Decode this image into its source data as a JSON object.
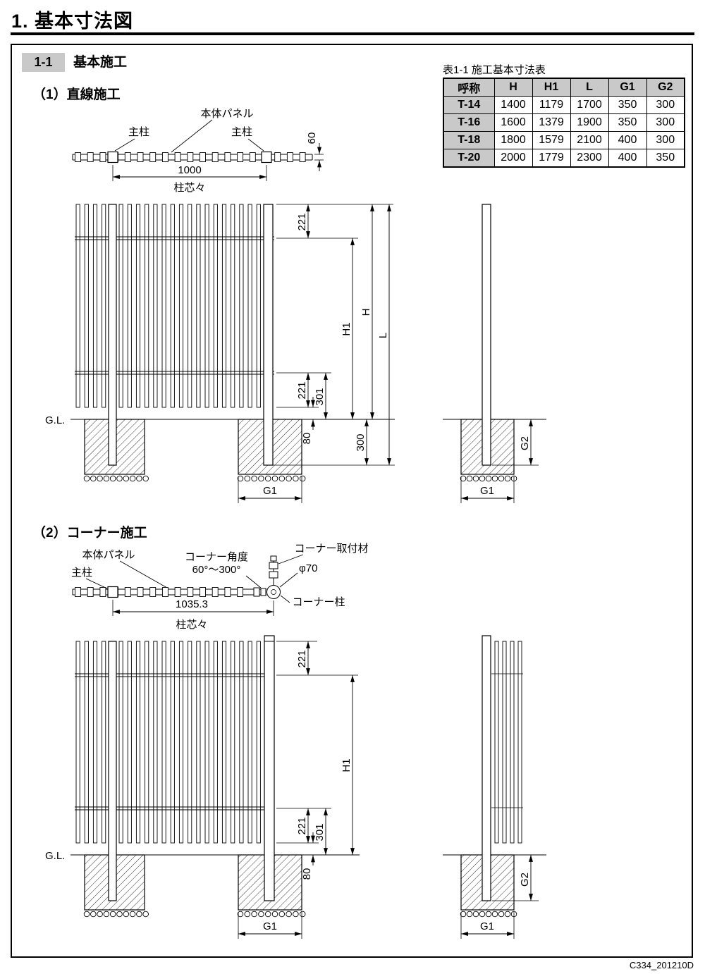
{
  "page": {
    "title": "1. 基本寸法図",
    "doc_code": "C334_201210D"
  },
  "section": {
    "badge": "1-1",
    "label": "基本施工"
  },
  "table": {
    "caption": "表1-1 施工基本寸法表",
    "headers": [
      "呼称",
      "H",
      "H1",
      "L",
      "G1",
      "G2"
    ],
    "rows": [
      [
        "T-14",
        "1400",
        "1179",
        "1700",
        "350",
        "300"
      ],
      [
        "T-16",
        "1600",
        "1379",
        "1900",
        "350",
        "300"
      ],
      [
        "T-18",
        "1800",
        "1579",
        "2100",
        "400",
        "300"
      ],
      [
        "T-20",
        "2000",
        "1779",
        "2300",
        "400",
        "350"
      ]
    ]
  },
  "straight": {
    "heading": "（1）直線施工",
    "plan": {
      "panel_label": "本体パネル",
      "post_label_left": "主柱",
      "post_label_right": "主柱",
      "dim_height": "60",
      "dim_span": "1000",
      "pitch_label": "柱芯々"
    },
    "front": {
      "gl_label": "G.L.",
      "dim_top": "221",
      "dim_h1": "H1",
      "dim_h": "H",
      "dim_l": "L",
      "dim_bottom": "221",
      "dim_301": "301",
      "dim_80": "80",
      "dim_300": "300",
      "dim_g1": "G1"
    },
    "side": {
      "dim_g2": "G2",
      "dim_g1": "G1"
    }
  },
  "corner": {
    "heading": "（2）コーナー施工",
    "plan": {
      "panel_label": "本体パネル",
      "post_label": "主柱",
      "angle_label": "コーナー角度",
      "angle_range": "60°〜300°",
      "bracket_label": "コーナー取付材",
      "diameter": "φ70",
      "corner_post_label": "コーナー柱",
      "dim_span": "1035.3",
      "pitch_label": "柱芯々"
    },
    "front": {
      "gl_label": "G.L.",
      "dim_top": "221",
      "dim_h1": "H1",
      "dim_bottom": "221",
      "dim_301": "301",
      "dim_80": "80",
      "dim_g1": "G1"
    },
    "side": {
      "dim_g2": "G2",
      "dim_g1": "G1"
    }
  }
}
